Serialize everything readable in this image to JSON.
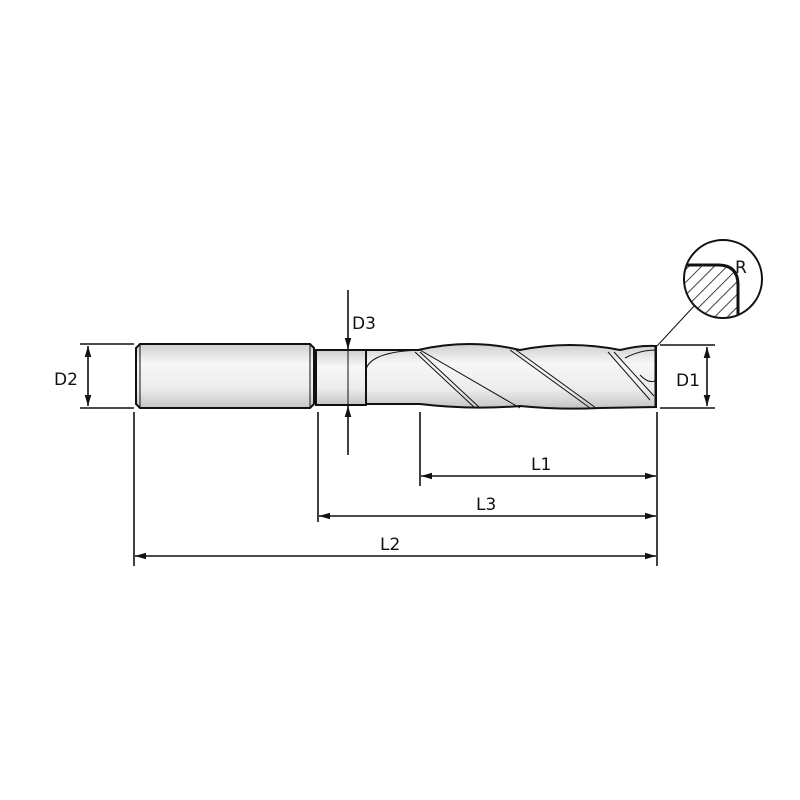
{
  "labels": {
    "d1": "D1",
    "d2": "D2",
    "d3": "D3",
    "l1": "L1",
    "l2": "L2",
    "l3": "L3",
    "r": "R"
  },
  "colors": {
    "line": "#111111",
    "metal_light": "#f4f4f4",
    "metal_dark": "#c8c8c8"
  }
}
